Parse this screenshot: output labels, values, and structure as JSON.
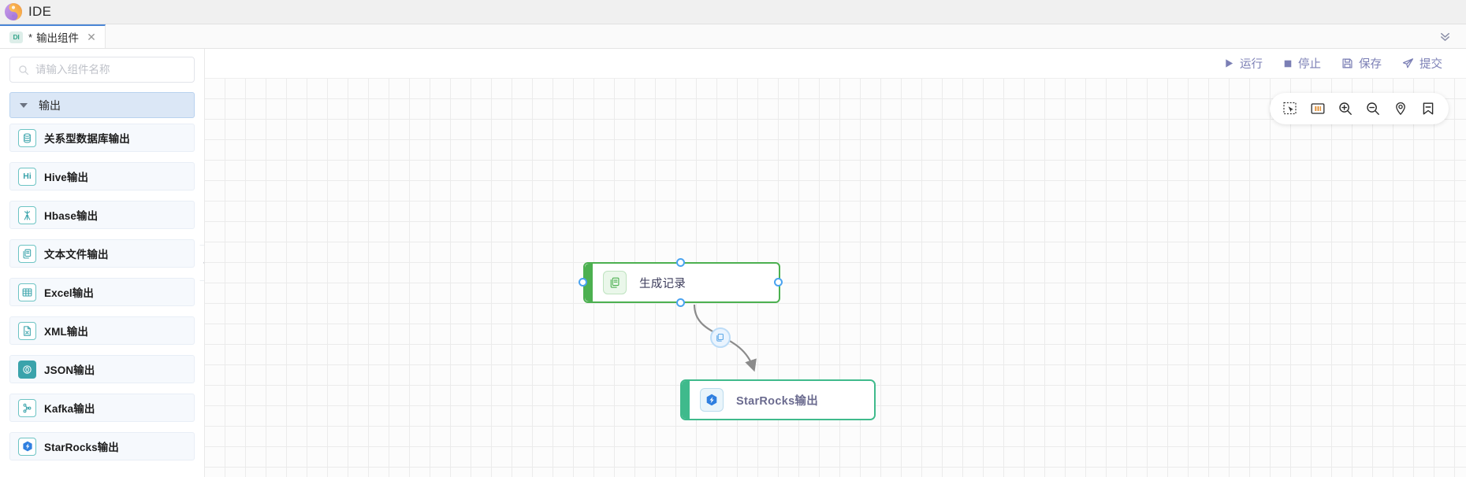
{
  "header": {
    "app_title": "IDE",
    "logo_icon": "swirl-logo-icon"
  },
  "tabbar": {
    "tab": {
      "badge": "DI",
      "dirty_marker": "*",
      "label": "输出组件",
      "close_icon": "close-icon"
    },
    "overflow_icon": "double-chevron-down-icon"
  },
  "sidebar": {
    "search": {
      "placeholder": "请输入组件名称",
      "value": "",
      "icon": "search-icon"
    },
    "group": {
      "label": "输出",
      "expanded": true,
      "caret_icon": "caret-down-icon"
    },
    "items": [
      {
        "label": "关系型数据库输出",
        "icon": "database-icon",
        "icon_style": "outline",
        "glyph": "db"
      },
      {
        "label": "Hive输出",
        "icon": "hive-icon",
        "icon_style": "outline",
        "glyph": "Hi"
      },
      {
        "label": "Hbase输出",
        "icon": "hbase-icon",
        "icon_style": "outline",
        "glyph": "hb"
      },
      {
        "label": "文本文件输出",
        "icon": "text-file-icon",
        "icon_style": "outline",
        "glyph": "doc"
      },
      {
        "label": "Excel输出",
        "icon": "excel-icon",
        "icon_style": "outline",
        "glyph": "grid"
      },
      {
        "label": "XML输出",
        "icon": "xml-file-icon",
        "icon_style": "outline",
        "glyph": "xfile"
      },
      {
        "label": "JSON输出",
        "icon": "json-icon",
        "icon_style": "filled",
        "glyph": "json"
      },
      {
        "label": "Kafka输出",
        "icon": "kafka-icon",
        "icon_style": "outline",
        "glyph": "kafka"
      },
      {
        "label": "StarRocks输出",
        "icon": "starrocks-icon",
        "icon_style": "outline",
        "glyph": "star"
      }
    ],
    "collapse_handle_icon": "chevron-left-icon"
  },
  "actionbar": {
    "buttons": [
      {
        "label": "运行",
        "icon": "play-icon"
      },
      {
        "label": "停止",
        "icon": "stop-icon"
      },
      {
        "label": "保存",
        "icon": "save-icon"
      },
      {
        "label": "提交",
        "icon": "submit-icon"
      }
    ],
    "color": "#7b7fb5"
  },
  "canvas": {
    "tools": [
      {
        "name": "select-tool",
        "icon": "marquee-select-icon",
        "active": true
      },
      {
        "name": "fit-view-tool",
        "icon": "fit-view-icon",
        "active": true
      },
      {
        "name": "zoom-in-tool",
        "icon": "zoom-in-icon",
        "active": false
      },
      {
        "name": "zoom-out-tool",
        "icon": "zoom-out-icon",
        "active": false
      },
      {
        "name": "locate-tool",
        "icon": "location-pin-icon",
        "active": false
      },
      {
        "name": "bookmark-tool",
        "icon": "bookmark-icon",
        "active": false
      }
    ],
    "grid": true,
    "nodes": [
      {
        "id": "generate-record",
        "label": "生成记录",
        "icon": "copy-document-icon",
        "accent_color": "#4cb050",
        "border_color": "#4cb050",
        "label_color": "#3d3d5c",
        "selected": true
      },
      {
        "id": "starrocks-output",
        "label": "StarRocks输出",
        "icon": "starrocks-logo-icon",
        "accent_color": "#3fba8c",
        "border_color": "#3fba8c",
        "label_color": "#6b6b8f",
        "selected": false
      }
    ],
    "edge": {
      "from": "generate-record",
      "to": "starrocks-output",
      "badge_icon": "copy-layers-icon",
      "color": "#8b8b8b"
    }
  }
}
